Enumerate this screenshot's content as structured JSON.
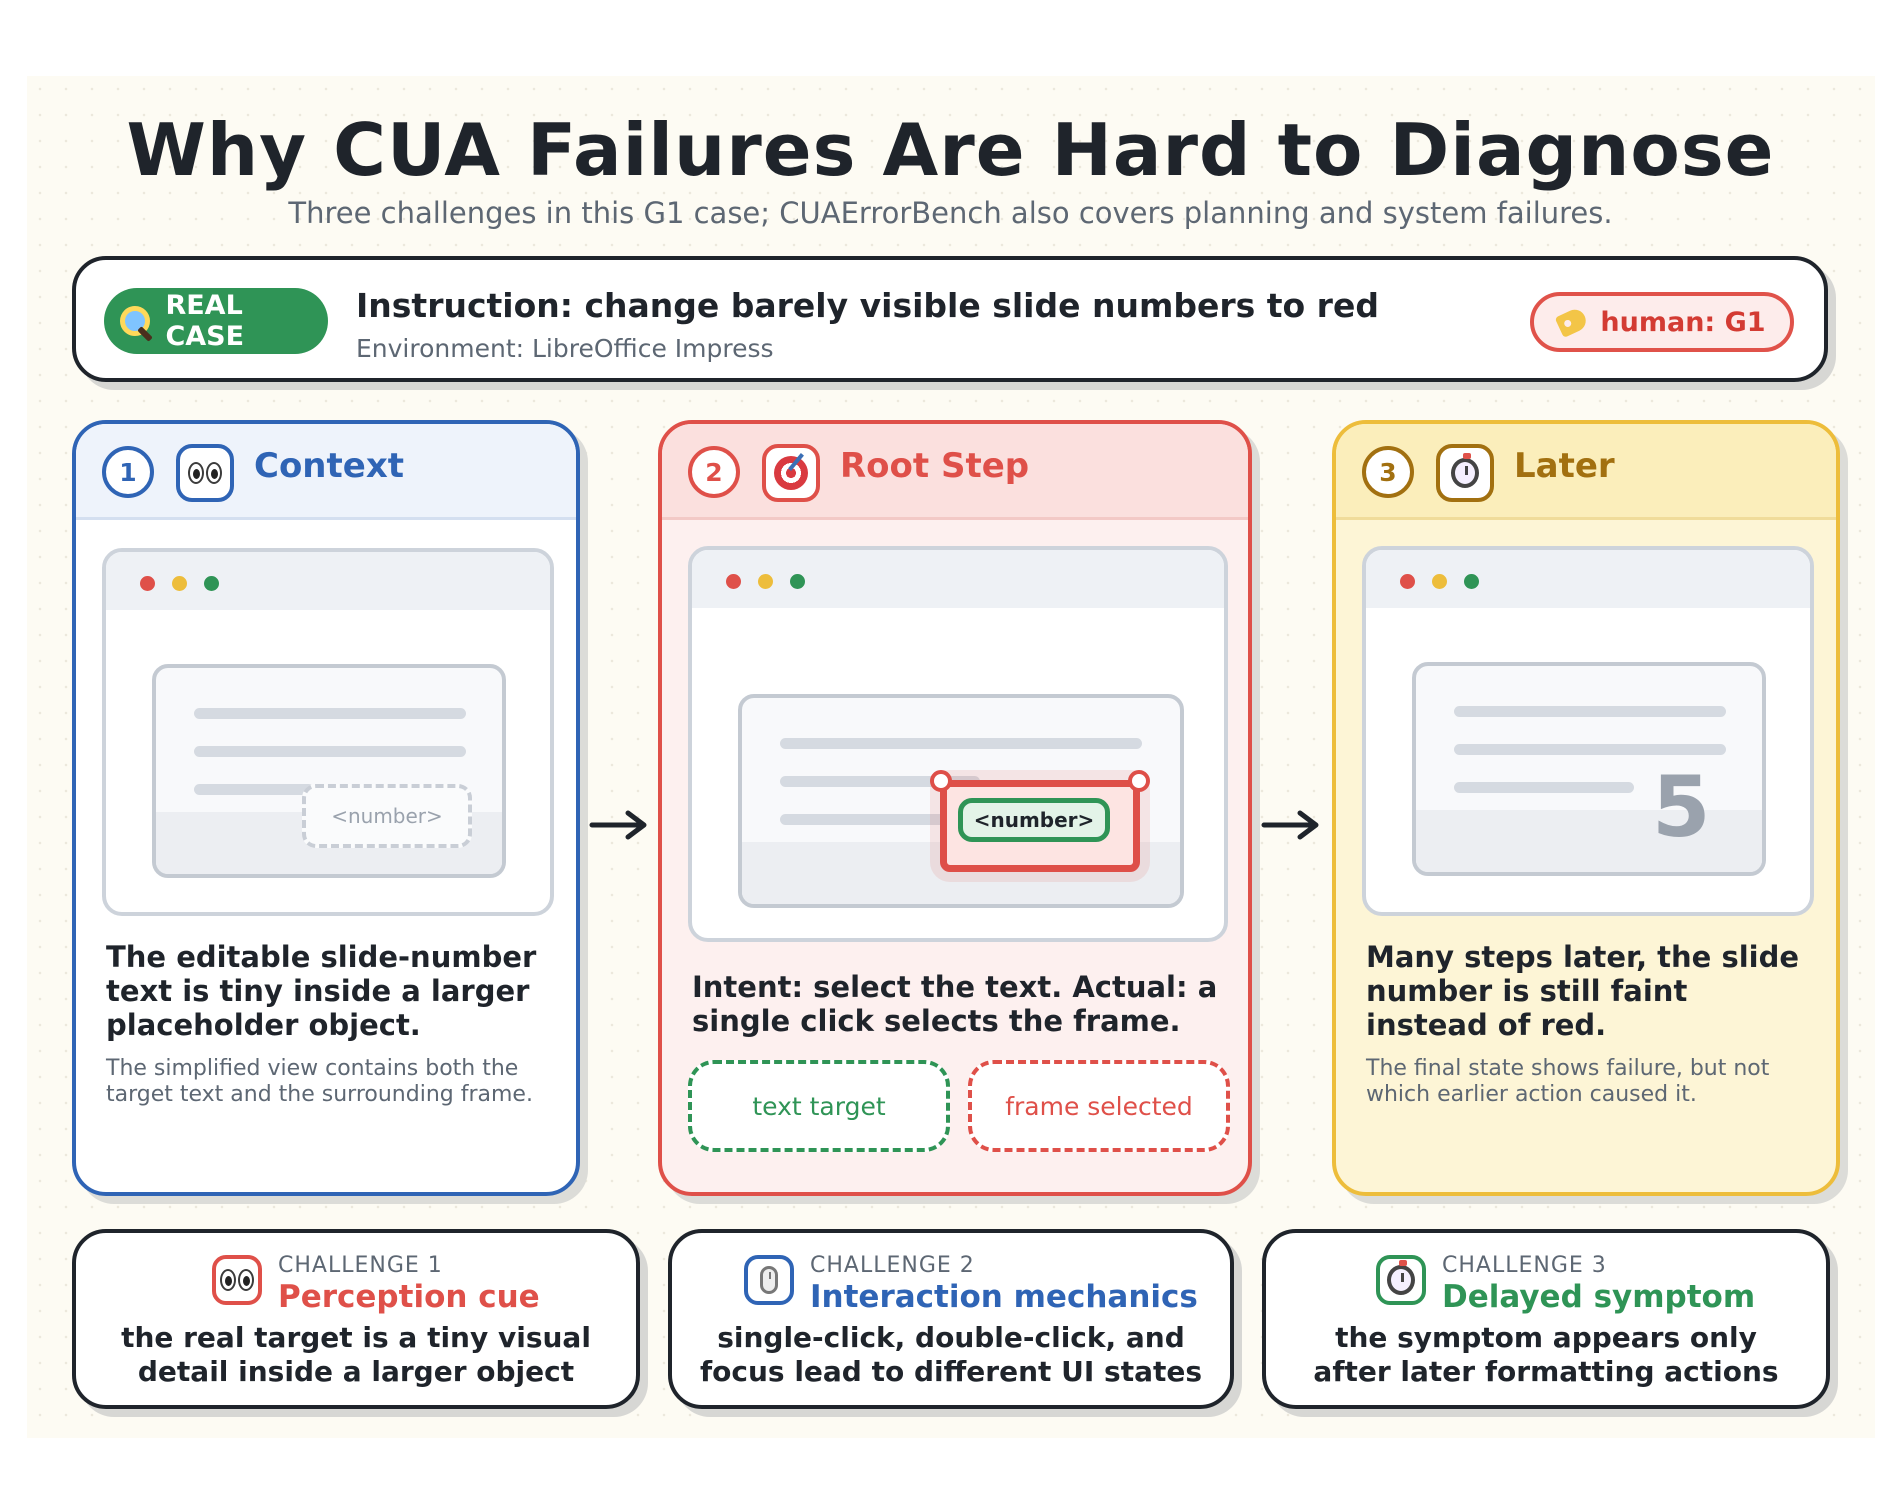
{
  "title": "Why CUA Failures Are Hard to Diagnose",
  "subtitle": "Three challenges in this G1 case; CUAErrorBench also covers planning and system failures.",
  "real_case": {
    "badge": "REAL CASE",
    "instruction": "Instruction: change barely visible slide numbers to red",
    "environment": "Environment: LibreOffice Impress",
    "label": "human: G1"
  },
  "panels": [
    {
      "number": "1",
      "icon": "eyes-icon",
      "title": "Context",
      "placeholder": "<number>",
      "description": "The editable slide-number text is tiny inside a larger placeholder object.",
      "note": "The simplified view contains both the target text and the surrounding frame."
    },
    {
      "number": "2",
      "icon": "target-icon",
      "title": "Root Step",
      "placeholder": "<number>",
      "description": "Intent: select the text. Actual: a single click selects the frame.",
      "intended": "text target",
      "actual": "frame selected"
    },
    {
      "number": "3",
      "icon": "stopwatch-icon",
      "title": "Later",
      "slide_number": "5",
      "description": "Many steps later, the slide number is still faint instead of red.",
      "note": "The final state shows failure, but not which earlier action caused it."
    }
  ],
  "challenges": [
    {
      "label": "CHALLENGE 1",
      "icon": "eyes-icon",
      "name": "Perception cue",
      "description": "the real target is a tiny visual detail inside a larger object",
      "color": "#df5049"
    },
    {
      "label": "CHALLENGE 2",
      "icon": "mouse-icon",
      "name": "Interaction mechanics",
      "description": "single-click, double-click, and focus lead to different UI states",
      "color": "#2f64b5"
    },
    {
      "label": "CHALLENGE 3",
      "icon": "stopwatch-icon",
      "name": "Delayed symptom",
      "description": "the symptom appears only after later formatting actions",
      "color": "#2f9456"
    }
  ],
  "colors": {
    "blue": "#2f64b5",
    "red": "#df5049",
    "yellow": "#edbd3b",
    "green": "#2f9456"
  }
}
